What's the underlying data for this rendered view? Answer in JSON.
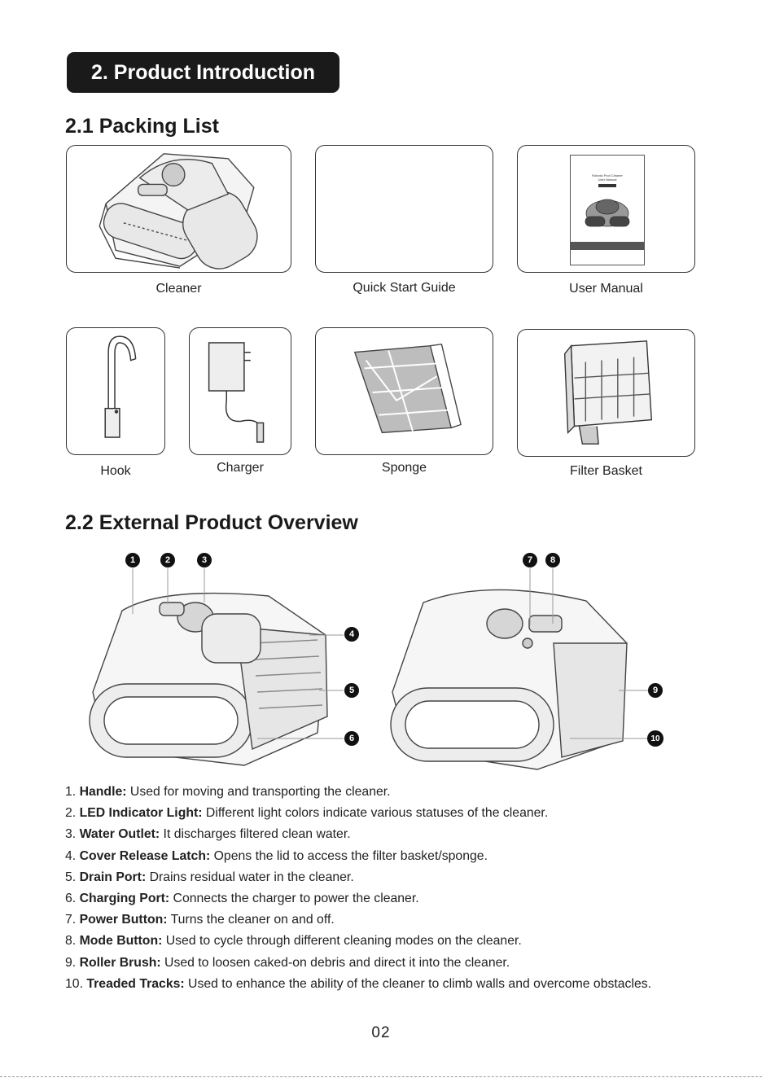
{
  "section_title": "2. Product Introduction",
  "packing": {
    "heading": "2.1 Packing List",
    "items": [
      {
        "label": "Cleaner"
      },
      {
        "label": "Quick Start Guide"
      },
      {
        "label": "User Manual"
      },
      {
        "label": "Hook"
      },
      {
        "label": "Charger"
      },
      {
        "label": "Sponge"
      },
      {
        "label": "Filter Basket"
      }
    ],
    "manual_cover": {
      "title": "Robotic Pool Cleaner",
      "subtitle": "User Manual"
    }
  },
  "overview": {
    "heading": "2.2 External Product Overview",
    "callouts": [
      "1",
      "2",
      "3",
      "4",
      "5",
      "6",
      "7",
      "8",
      "9",
      "10"
    ],
    "parts": [
      {
        "num": "1.",
        "name": "Handle:",
        "desc": " Used for moving and transporting the cleaner."
      },
      {
        "num": "2.",
        "name": "LED Indicator Light:",
        "desc": " Different light colors indicate various statuses of the cleaner."
      },
      {
        "num": "3.",
        "name": "Water Outlet:",
        "desc": " It discharges filtered clean water."
      },
      {
        "num": "4.",
        "name": "Cover Release Latch:",
        "desc": " Opens the lid to access the filter basket/sponge."
      },
      {
        "num": "5.",
        "name": "Drain Port:",
        "desc": " Drains residual water in the cleaner."
      },
      {
        "num": "6.",
        "name": "Charging Port:",
        "desc": " Connects the charger to power the cleaner."
      },
      {
        "num": "7.",
        "name": "Power Button:",
        "desc": " Turns the cleaner on and off."
      },
      {
        "num": "8.",
        "name": "Mode Button:",
        "desc": " Used to cycle through different cleaning modes on the cleaner."
      },
      {
        "num": "9.",
        "name": "Roller Brush:",
        "desc": " Used to loosen caked-on debris and direct it into the cleaner."
      },
      {
        "num": "10.",
        "name": "Treaded Tracks:",
        "desc": " Used to enhance the ability of the cleaner to climb walls and overcome obstacles."
      }
    ]
  },
  "page_number": "02"
}
